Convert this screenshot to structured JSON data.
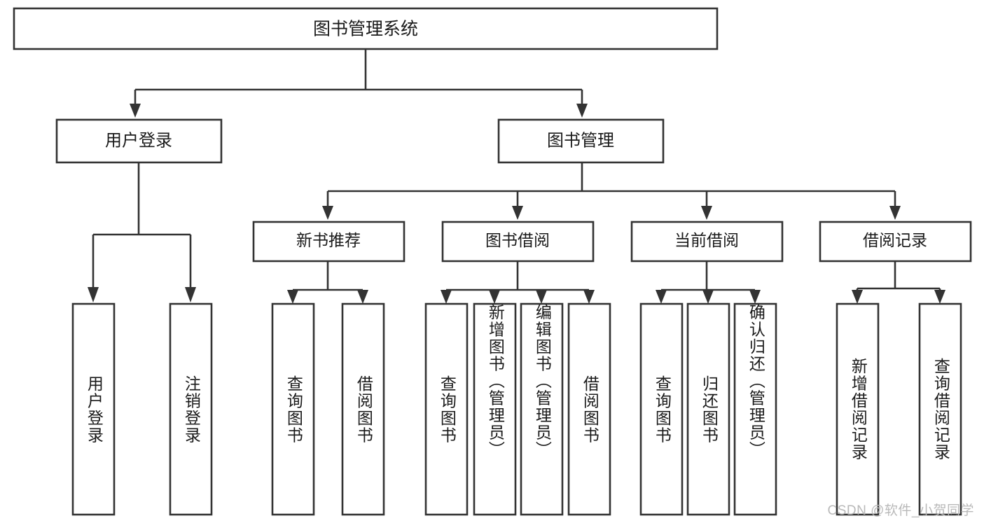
{
  "diagram": {
    "type": "tree-hierarchy-flowchart",
    "title": "图书管理系统",
    "edge_style": "orthogonal-arrow",
    "colors": {
      "box_stroke": "#333333",
      "box_fill": "#ffffff",
      "text": "#1a1a1a",
      "background": "#ffffff",
      "watermark": "#b9b9b9"
    },
    "levels": {
      "root": {
        "label": "图书管理系统"
      },
      "level2": [
        {
          "label": "用户登录"
        },
        {
          "label": "图书管理"
        }
      ],
      "level3": [
        {
          "label": "新书推荐"
        },
        {
          "label": "图书借阅"
        },
        {
          "label": "当前借阅"
        },
        {
          "label": "借阅记录"
        }
      ]
    },
    "groups": [
      {
        "parent": "用户登录",
        "leaves": [
          {
            "label": "用户登录"
          },
          {
            "label": "注销登录"
          }
        ]
      },
      {
        "parent": "新书推荐",
        "leaves": [
          {
            "label": "查询图书"
          },
          {
            "label": "借阅图书"
          }
        ]
      },
      {
        "parent": "图书借阅",
        "leaves": [
          {
            "label": "查询图书"
          },
          {
            "label": "新增图书（管理员）"
          },
          {
            "label": "编辑图书（管理员）"
          },
          {
            "label": "借阅图书"
          }
        ]
      },
      {
        "parent": "当前借阅",
        "leaves": [
          {
            "label": "查询图书"
          },
          {
            "label": "归还图书"
          },
          {
            "label": "确认归还（管理员）"
          }
        ]
      },
      {
        "parent": "借阅记录",
        "leaves": [
          {
            "label": "新增借阅记录"
          },
          {
            "label": "查询借阅记录"
          }
        ]
      }
    ]
  },
  "watermark": {
    "text": "CSDN @软件_小贺同学"
  }
}
